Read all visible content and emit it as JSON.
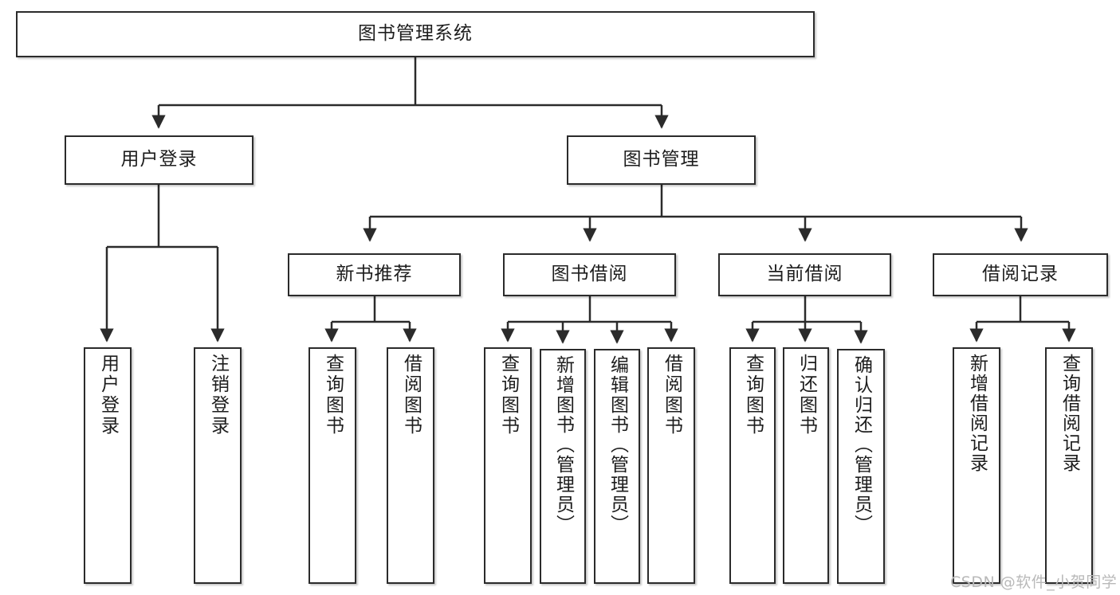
{
  "diagram": {
    "title": "图书管理系统",
    "type": "tree-hierarchy",
    "nodes": {
      "root": {
        "label": "图书管理系统"
      },
      "level2": [
        {
          "id": "user-login",
          "label": "用户登录"
        },
        {
          "id": "book-manage",
          "label": "图书管理"
        }
      ],
      "level3": [
        {
          "id": "new-book-recommend",
          "label": "新书推荐"
        },
        {
          "id": "book-borrow",
          "label": "图书借阅"
        },
        {
          "id": "current-borrow",
          "label": "当前借阅"
        },
        {
          "id": "borrow-record",
          "label": "借阅记录"
        }
      ],
      "leaves": {
        "user-login": [
          {
            "id": "leaf-user-login",
            "label": "用户登录"
          },
          {
            "id": "leaf-logout",
            "label": "注销登录"
          }
        ],
        "new-book-recommend": [
          {
            "id": "leaf-query-book-1",
            "label": "查询图书"
          },
          {
            "id": "leaf-borrow-book-1",
            "label": "借阅图书"
          }
        ],
        "book-borrow": [
          {
            "id": "leaf-query-book-2",
            "label": "查询图书"
          },
          {
            "id": "leaf-add-book",
            "label": "新增图书（管理员）"
          },
          {
            "id": "leaf-edit-book",
            "label": "编辑图书（管理员）"
          },
          {
            "id": "leaf-borrow-book-2",
            "label": "借阅图书"
          }
        ],
        "current-borrow": [
          {
            "id": "leaf-query-book-3",
            "label": "查询图书"
          },
          {
            "id": "leaf-return-book",
            "label": "归还图书"
          },
          {
            "id": "leaf-confirm-return",
            "label": "确认归还（管理员）"
          }
        ],
        "borrow-record": [
          {
            "id": "leaf-add-record",
            "label": "新增借阅记录"
          },
          {
            "id": "leaf-query-record",
            "label": "查询借阅记录"
          }
        ]
      }
    },
    "colors": {
      "stroke": "#2b2b2b",
      "fill": "#ffffff",
      "text": "#1d1d1d",
      "watermark": "#b9b9b9"
    }
  },
  "watermark": {
    "text": "CSDN @软件_小贺同学"
  }
}
